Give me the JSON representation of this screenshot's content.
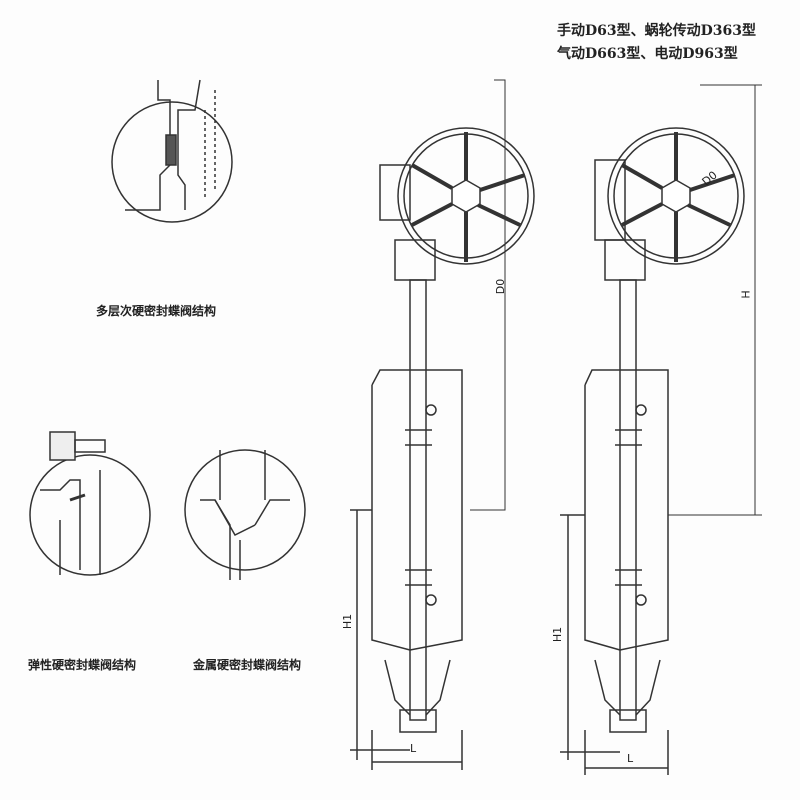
{
  "title": {
    "line1": "手动D63型、蜗轮传动D363型",
    "line2": "气动D663型、电动D963型"
  },
  "details": [
    {
      "caption": "多层次硬密封蝶阀结构"
    },
    {
      "caption": "弹性硬密封蝶阀结构"
    },
    {
      "caption": "金属硬密封蝶阀结构"
    }
  ],
  "dimensions": {
    "height": "H",
    "height1": "H1",
    "length": "L",
    "wheel_diameter": "D0"
  },
  "colors": {
    "line": "#333333",
    "background": "#fdfdfd"
  }
}
